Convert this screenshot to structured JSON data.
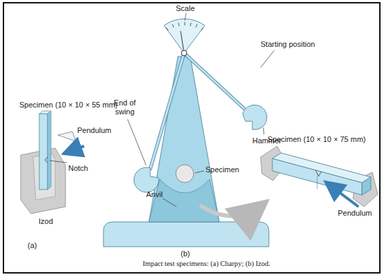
{
  "diagram": {
    "caption": "Impact test specimens: (a) Charpy; (b) Izod.",
    "labels": [
      "Scale",
      "Starting position",
      "Specimen (10 × 10 × 55 mm)",
      "Pendulum",
      "Notch",
      "Izod",
      "(a)",
      "End of swing",
      "Hammer",
      "Specimen",
      "Anvil",
      "(b)",
      "Specimen (10 × 10 × 75 mm)",
      "Pendulum"
    ]
  }
}
